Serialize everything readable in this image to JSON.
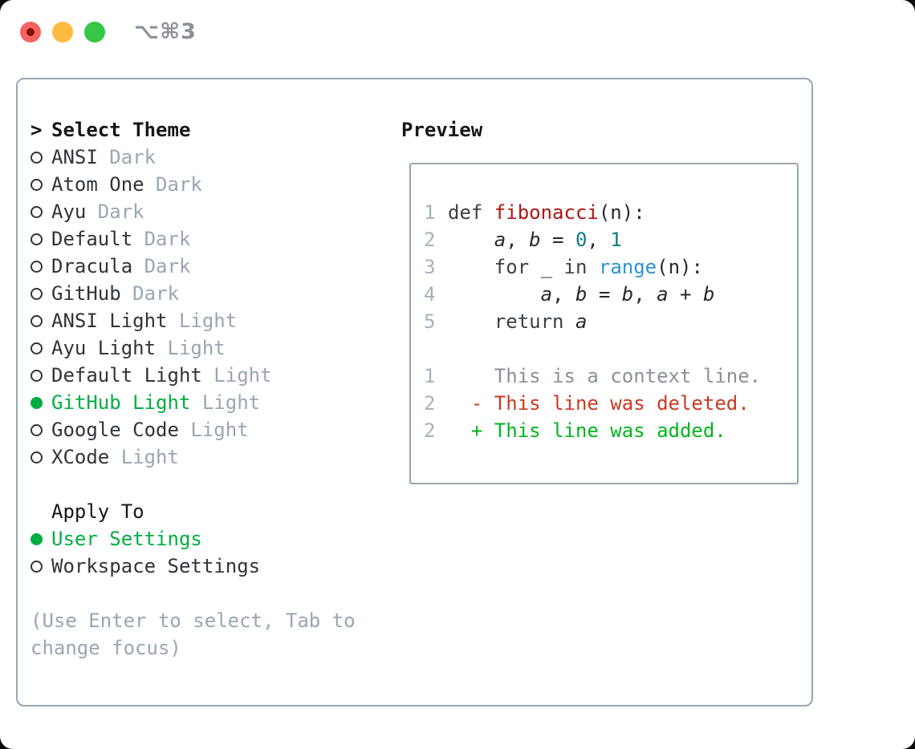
{
  "window": {
    "shortcut_label": "⌥⌘3"
  },
  "theme_panel": {
    "prompt": ">",
    "title": "Select Theme",
    "items": [
      {
        "name": "ANSI",
        "tag": "Dark",
        "selected": false
      },
      {
        "name": "Atom One",
        "tag": "Dark",
        "selected": false
      },
      {
        "name": "Ayu",
        "tag": "Dark",
        "selected": false
      },
      {
        "name": "Default",
        "tag": "Dark",
        "selected": false
      },
      {
        "name": "Dracula",
        "tag": "Dark",
        "selected": false
      },
      {
        "name": "GitHub",
        "tag": "Dark",
        "selected": false
      },
      {
        "name": "ANSI Light",
        "tag": "Light",
        "selected": false
      },
      {
        "name": "Ayu Light",
        "tag": "Light",
        "selected": false
      },
      {
        "name": "Default Light",
        "tag": "Light",
        "selected": false
      },
      {
        "name": "GitHub Light",
        "tag": "Light",
        "selected": true
      },
      {
        "name": "Google Code",
        "tag": "Light",
        "selected": false
      },
      {
        "name": "XCode",
        "tag": "Light",
        "selected": false
      }
    ],
    "apply_section": {
      "title": "Apply To",
      "options": [
        {
          "name": "User Settings",
          "selected": true
        },
        {
          "name": "Workspace Settings",
          "selected": false
        }
      ]
    },
    "hint": "(Use Enter to select, Tab to change focus)"
  },
  "preview_panel": {
    "title": "Preview",
    "lines": [
      {
        "num": "1",
        "segments": [
          {
            "type": "keyword",
            "text": "def "
          },
          {
            "type": "function",
            "text": "fibonacci"
          },
          {
            "type": "plain",
            "text": "(n):"
          }
        ]
      },
      {
        "num": "2",
        "segments": [
          {
            "type": "plain",
            "text": "    "
          },
          {
            "type": "variable",
            "text": "a"
          },
          {
            "type": "plain",
            "text": ", "
          },
          {
            "type": "variable",
            "text": "b"
          },
          {
            "type": "plain",
            "text": " = "
          },
          {
            "type": "number",
            "text": "0"
          },
          {
            "type": "plain",
            "text": ", "
          },
          {
            "type": "number",
            "text": "1"
          }
        ]
      },
      {
        "num": "3",
        "segments": [
          {
            "type": "plain",
            "text": "    "
          },
          {
            "type": "keyword",
            "text": "for"
          },
          {
            "type": "plain",
            "text": " _ "
          },
          {
            "type": "keyword",
            "text": "in"
          },
          {
            "type": "plain",
            "text": " "
          },
          {
            "type": "builtin",
            "text": "range"
          },
          {
            "type": "plain",
            "text": "(n):"
          }
        ]
      },
      {
        "num": "4",
        "segments": [
          {
            "type": "plain",
            "text": "        "
          },
          {
            "type": "variable",
            "text": "a"
          },
          {
            "type": "plain",
            "text": ", "
          },
          {
            "type": "variable",
            "text": "b"
          },
          {
            "type": "plain",
            "text": " = "
          },
          {
            "type": "variable",
            "text": "b"
          },
          {
            "type": "plain",
            "text": ", "
          },
          {
            "type": "variable",
            "text": "a"
          },
          {
            "type": "plain",
            "text": " + "
          },
          {
            "type": "variable",
            "text": "b"
          }
        ]
      },
      {
        "num": "5",
        "segments": [
          {
            "type": "plain",
            "text": "    "
          },
          {
            "type": "keyword",
            "text": "return"
          },
          {
            "type": "plain",
            "text": " "
          },
          {
            "type": "variable",
            "text": "a"
          }
        ]
      },
      {
        "num": "",
        "segments": []
      },
      {
        "num": "1",
        "segments": [
          {
            "type": "context",
            "text": "    This is a context line."
          }
        ]
      },
      {
        "num": "2",
        "segments": [
          {
            "type": "deleted",
            "text": "  - This line was deleted."
          }
        ]
      },
      {
        "num": "2",
        "segments": [
          {
            "type": "added",
            "text": "  + This line was added."
          }
        ]
      }
    ]
  },
  "colors": {
    "selection_green": "#00ae3f",
    "added_green": "#00b51f",
    "deleted_red": "#c83a22",
    "function_red": "#b01414",
    "number_teal": "#0e7e8b",
    "builtin_blue": "#2e93d0",
    "keyword_dark": "#3b4148",
    "plain_dark": "#24292f",
    "context_gray": "#8a919b",
    "line_number_gray": "#a8b1bc",
    "muted_gray": "#9aa5b4",
    "item_dark": "#2f343b",
    "border_gray": "#9aa5b1",
    "traffic_red": "#f4645d",
    "traffic_red_dot": "#820f0a",
    "traffic_yellow": "#fdbc40",
    "traffic_green": "#34c748",
    "shortcut_gray": "#8a9097"
  }
}
